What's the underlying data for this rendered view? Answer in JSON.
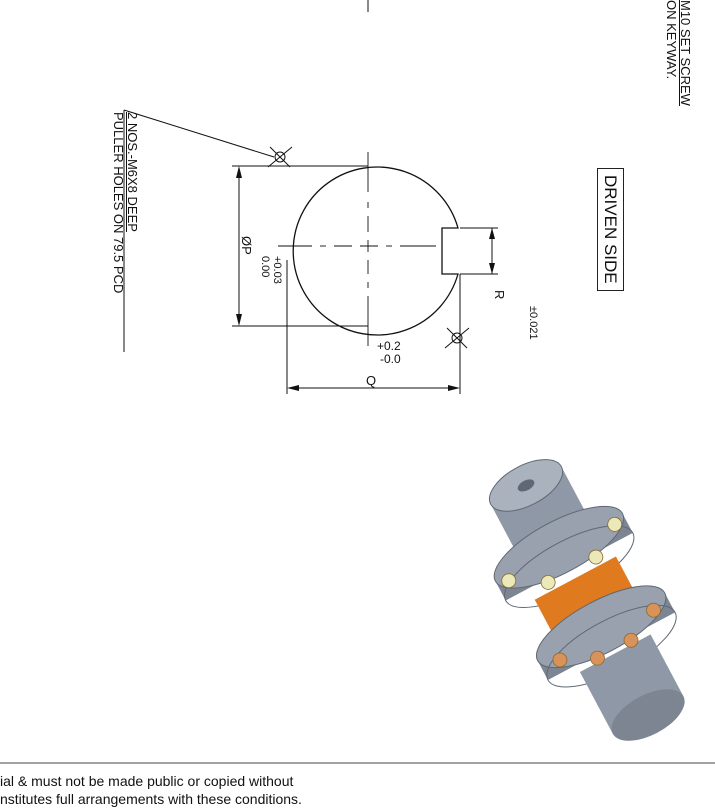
{
  "notes": {
    "set_screw_line1": "M10 SET SCREW",
    "set_screw_line2": "ON KEYWAY.",
    "puller_line1": "2 NOS.-M6X8 DEEP",
    "puller_line2": "PULLER HOLES ON 79.5 PCD",
    "side_label": "DRIVEN SIDE"
  },
  "dimensions": {
    "bore": "ØP",
    "bore_tol_upper": "+0.03",
    "bore_tol_lower": "0.00",
    "keyway_width": "R",
    "keyway_width_tol": "±0.021",
    "keyway_depth": "Q",
    "keyway_depth_tol_upper": "+0.2",
    "keyway_depth_tol_lower": "-0.0"
  },
  "footer": {
    "line1": "ial & must not be made public or copied without",
    "line2": "nstitutes full arrangements with these conditions."
  },
  "colors": {
    "line": "#111111",
    "hub": "#8f98a6",
    "hub_dark": "#5f6875",
    "spacer": "#e07a1f",
    "bolt": "#ece9b8",
    "nut": "#d8925a"
  }
}
